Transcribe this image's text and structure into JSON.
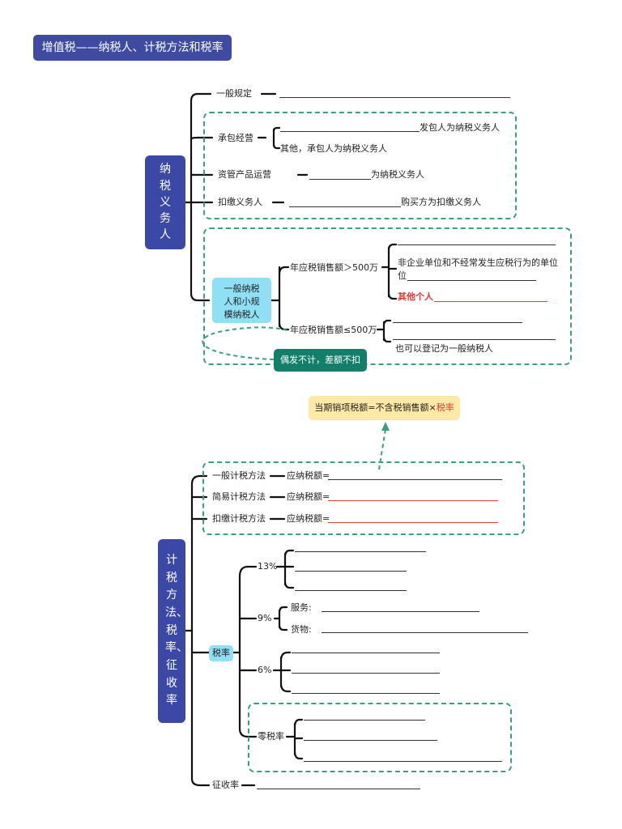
{
  "title": "增值税——纳税人、计税方法和税率",
  "section1": {
    "root_label": "纳税义务人",
    "general": "一般规定",
    "contract": "承包经营",
    "contract_sub1_suffix": "发包人为纳税义务人",
    "contract_sub2": "其他，承包人为纳税义务人",
    "asset": "资管产品运营",
    "asset_suffix": "为纳税义务人",
    "withhold": "扣缴义务人",
    "withhold_suffix": "购买方为扣缴义务人",
    "taxpayer_type": "一般纳税人和小规模纳税人",
    "over_500": "年应税销售额＞500万",
    "non_enterprise": "非企业单位和不经常发生应税行为的单位",
    "other_individual": "其他个人",
    "under_500": "年应税销售额≤500万",
    "can_register": "也可以登记为一般纳税人",
    "occasional": "偶发不计，差额不扣"
  },
  "section2": {
    "root_label": "计税方法、税率、征收率",
    "formula_note_prefix": "当期销项税额=不含税销售额×",
    "formula_note_red": "税率",
    "general_method": "一般计税方法",
    "simple_method": "简易计税方法",
    "withhold_method": "扣缴计税方法",
    "payable": "应纳税额=",
    "rate": "税率",
    "rate_13": "13%",
    "rate_9": "9%",
    "service": "服务:",
    "goods": "货物:",
    "rate_6": "6%",
    "zero_rate": "零税率",
    "collection_rate": "征收率"
  }
}
